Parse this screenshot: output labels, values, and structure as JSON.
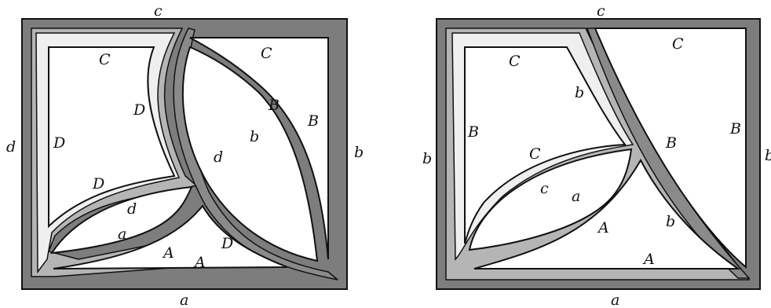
{
  "diagrams": [
    {
      "id": "left",
      "labels": {
        "top": "c",
        "bottom": "a",
        "left": "d",
        "right": "b",
        "region1": "C",
        "region2": "C",
        "r_D1": "D",
        "r_D2": "D",
        "r_D3": "D",
        "r_D4": "D",
        "r_B1": "B",
        "r_B2": "B",
        "r_b": "b",
        "r_d1": "d",
        "r_d2": "d",
        "r_a": "a",
        "r_A1": "A",
        "r_A2": "A"
      }
    },
    {
      "id": "right",
      "labels": {
        "top": "c",
        "bottom": "a",
        "left": "b",
        "right": "b",
        "r_C1": "C",
        "r_C2": "C",
        "r_C3": "C",
        "r_B1": "B",
        "r_B2": "B",
        "r_B3": "B",
        "r_b1": "b",
        "r_b2": "b",
        "r_c": "c",
        "r_a": "a",
        "r_A1": "A",
        "r_A2": "A"
      }
    }
  ]
}
